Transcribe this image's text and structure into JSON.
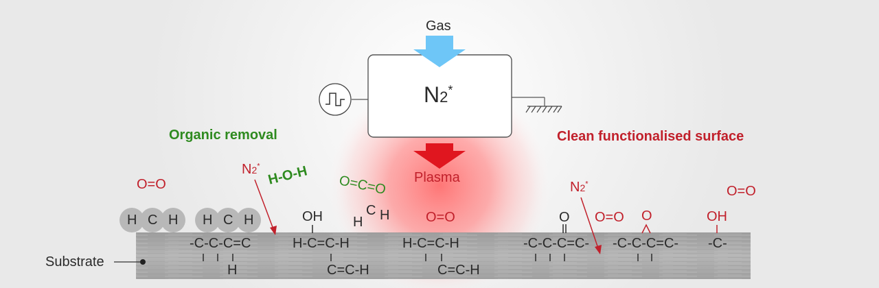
{
  "gas_label": "Gas",
  "chamber": {
    "species": "N",
    "subscript": "2",
    "superscript": "*"
  },
  "plasma_label": "Plasma",
  "headings": {
    "organic_removal": "Organic removal",
    "clean_surface": "Clean functionalised surface"
  },
  "substrate_label": "Substrate",
  "free_molecules": {
    "oxygen_left": "O=O",
    "water": "H-O-H",
    "co2": "O=C=O",
    "c_fragment": "C",
    "h_fragment": "H",
    "h_fragment_2": "H",
    "oxygen_center": "O=O",
    "oxygen_right_1": "O=O",
    "oxygen_right_2": "O=O"
  },
  "hydrocarbon_atoms": [
    "H",
    "C",
    "H",
    "H",
    "C",
    "H"
  ],
  "nitrogen_arrow_left": {
    "species": "N",
    "subscript": "2",
    "superscript": "*"
  },
  "nitrogen_arrow_right": {
    "species": "N",
    "subscript": "2",
    "superscript": "*"
  },
  "surface_groups": {
    "chain_1": "-C-C-C=C",
    "chain_1_h": "H",
    "oh_1": "OH",
    "chain_2": "H-C=C-H",
    "chain_2_sub": "C=C-H",
    "chain_3": "H-C=C-H",
    "chain_3_sub": "C=C-H",
    "carbonyl_o": "O",
    "chain_4": "-C-C-C=C-",
    "epoxide_o": "O",
    "chain_5": "-C-C-C=C-",
    "hydroxyl_oh": "OH",
    "chain_6": "-C-"
  },
  "colors": {
    "gas_arrow": "#6ec6f7",
    "plasma_arrow": "#e0161f",
    "plasma_glow": "#ff6f6f",
    "organic_text": "#2e8a1f",
    "functional_text": "#c1202b",
    "substrate": "#a8a8a8",
    "atom_circle": "#b8b8b8"
  }
}
